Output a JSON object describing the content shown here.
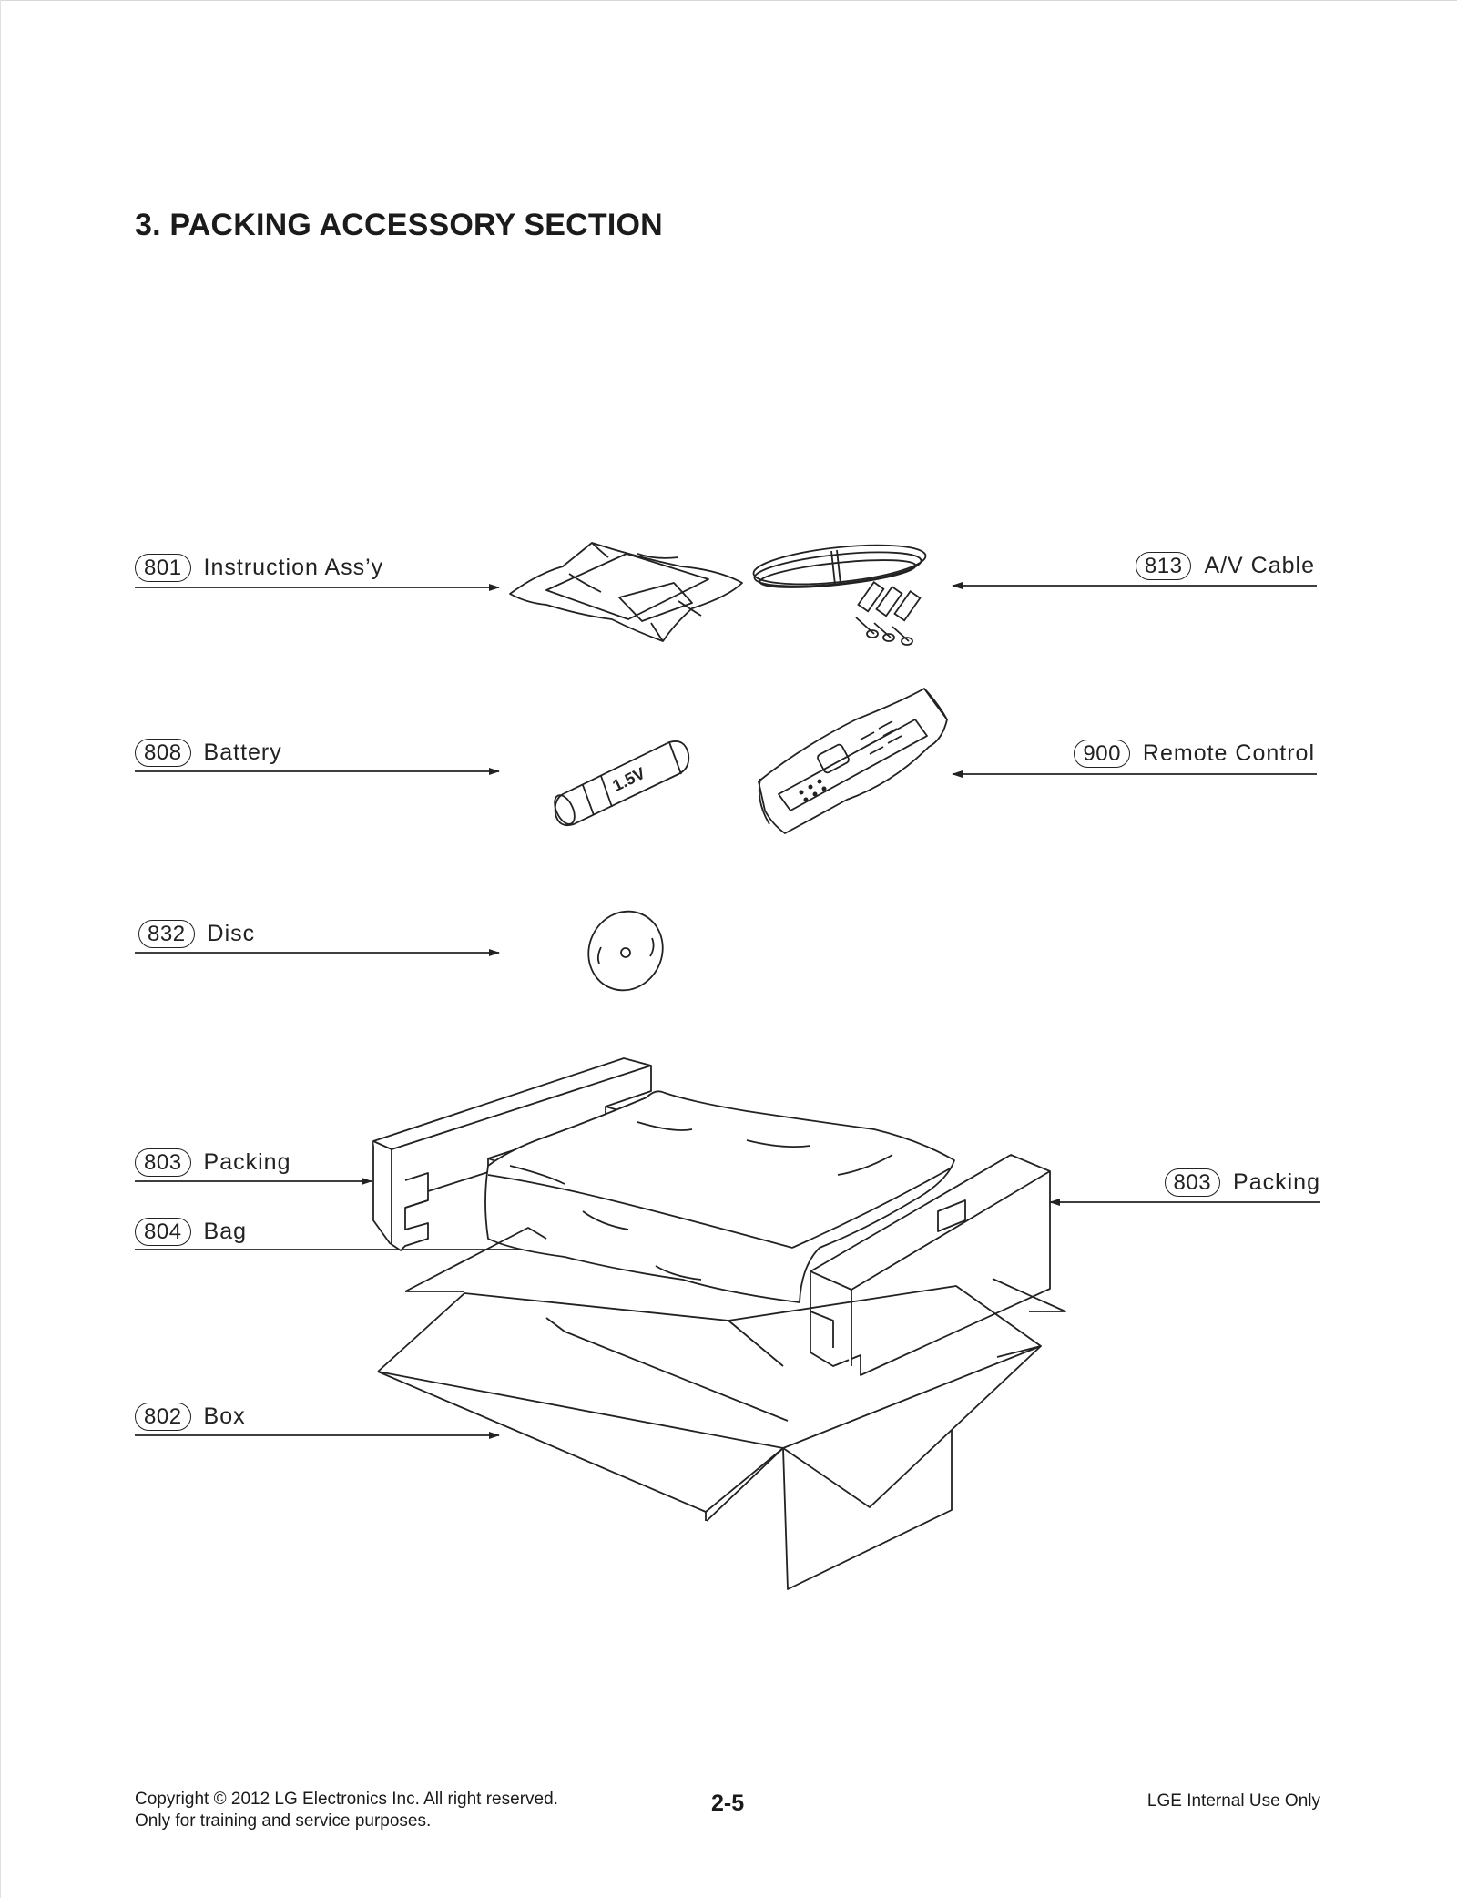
{
  "page": {
    "title": "3. PACKING ACCESSORY SECTION"
  },
  "parts": [
    {
      "code": "801",
      "name": "Instruction Ass’y"
    },
    {
      "code": "813",
      "name": "A/V Cable"
    },
    {
      "code": "808",
      "name": "Battery"
    },
    {
      "code": "900",
      "name": "Remote Control"
    },
    {
      "code": "832",
      "name": "Disc"
    },
    {
      "code": "803",
      "name": "Packing"
    },
    {
      "code": "804",
      "name": "Bag"
    },
    {
      "code": "803",
      "name": "Packing"
    },
    {
      "code": "802",
      "name": "Box"
    }
  ],
  "illustration": {
    "battery_text": "1.5V"
  },
  "footer": {
    "copyright": "Copyright © 2012 LG Electronics Inc. All right reserved.",
    "note": "Only for training and service purposes.",
    "page_number": "2-5",
    "classification": "LGE Internal Use Only"
  }
}
